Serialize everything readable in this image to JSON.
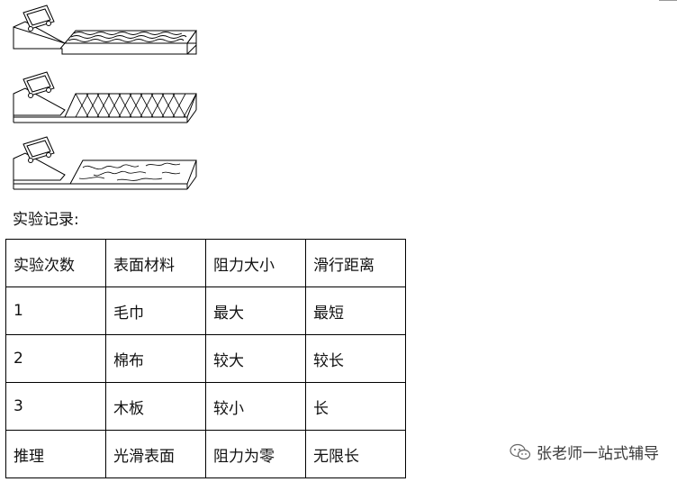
{
  "figures": [
    {
      "name": "towel-surface",
      "pattern": "wavy"
    },
    {
      "name": "cotton-surface",
      "pattern": "crosshatch"
    },
    {
      "name": "wood-surface",
      "pattern": "grain"
    }
  ],
  "caption": "实验记录:",
  "table": {
    "header": [
      "实验次数",
      "表面材料",
      "阻力大小",
      "滑行距离"
    ],
    "rows": [
      [
        "1",
        "毛巾",
        "最大",
        "最短"
      ],
      [
        "2",
        "棉布",
        "较大",
        "较长"
      ],
      [
        "3",
        "木板",
        "较小",
        "长"
      ],
      [
        "推理",
        "光滑表面",
        "阻力为零",
        "无限长"
      ]
    ]
  },
  "watermark": {
    "text": "张老师一站式辅导",
    "icon": "wechat-icon"
  }
}
